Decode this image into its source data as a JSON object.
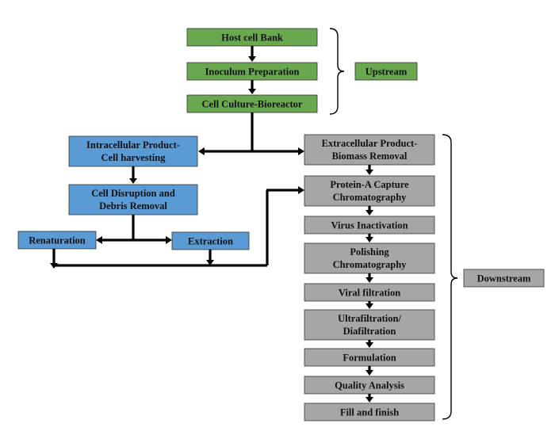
{
  "colors": {
    "upstream_green": "#6aa84f",
    "intracellular_blue": "#5b9bd5",
    "downstream_gray": "#a6a6a6",
    "arrow": "#000000"
  },
  "upstream": {
    "host_cell_bank": "Host cell Bank",
    "inoculum_preparation": "Inoculum Preparation",
    "cell_culture_bioreactor": "Cell Culture-Bioreactor",
    "label": "Upstream"
  },
  "intracellular": {
    "product_harvesting": [
      "Intracellular Product-",
      "Cell harvesting"
    ],
    "cell_disruption": [
      "Cell Disruption and",
      "Debris Removal"
    ],
    "renaturation": "Renaturation",
    "extraction": "Extraction"
  },
  "downstream": {
    "label": "Downstream",
    "extracellular_product": [
      "Extracellular Product-",
      "Biomass Removal"
    ],
    "protein_a_capture": [
      "Protein-A Capture",
      "Chromatography"
    ],
    "virus_inactivation": "Virus Inactivation",
    "polishing_chromatography": [
      "Polishing",
      "Chromatography"
    ],
    "viral_filtration": "Viral filtration",
    "ultrafiltration": [
      "Ultrafiltration/",
      "Diafiltration"
    ],
    "formulation": "Formulation",
    "quality_analysis": "Quality Analysis",
    "fill_and_finish": "Fill and finish"
  }
}
